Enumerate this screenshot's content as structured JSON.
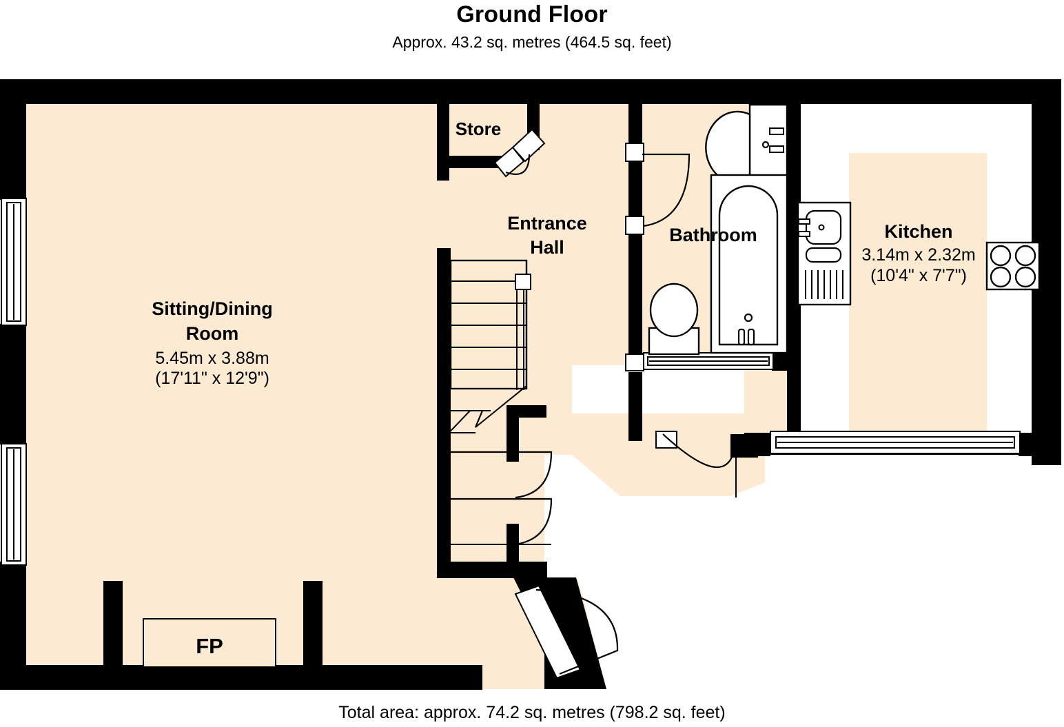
{
  "header": {
    "title": "Ground Floor",
    "subtitle": "Approx.  43.2 sq. metres (464.5 sq. feet)"
  },
  "footer": {
    "total_area": "Total area: approx.  74.2 sq. metres (798.2 sq. feet)"
  },
  "colors": {
    "floor_fill": "#FCEBD2",
    "wall": "#000000",
    "fixture_fill": "#FFFFFF",
    "background": "#FFFFFF"
  },
  "rooms": [
    {
      "id": "sitting-dining-room",
      "name_line1": "Sitting/Dining",
      "name_line2": "Room",
      "dim_metric": "5.45m x 3.88m",
      "dim_imperial": "(17'11\" x 12'9\")"
    },
    {
      "id": "entrance-hall",
      "name_line1": "Entrance",
      "name_line2": "Hall",
      "dim_metric": "",
      "dim_imperial": ""
    },
    {
      "id": "bathroom",
      "name_line1": "Bathroom",
      "name_line2": "",
      "dim_metric": "",
      "dim_imperial": ""
    },
    {
      "id": "kitchen",
      "name_line1": "Kitchen",
      "name_line2": "",
      "dim_metric": "3.14m x 2.32m",
      "dim_imperial": "(10'4\" x 7'7\")"
    },
    {
      "id": "store",
      "name_line1": "Store",
      "name_line2": "",
      "dim_metric": "",
      "dim_imperial": ""
    }
  ],
  "features": {
    "fireplace_label": "FP"
  },
  "fixtures": [
    {
      "name": "bath",
      "room": "bathroom"
    },
    {
      "name": "wc-toilet",
      "room": "bathroom"
    },
    {
      "name": "wash-basin",
      "room": "bathroom"
    },
    {
      "name": "kitchen-sink",
      "room": "kitchen"
    },
    {
      "name": "draining-board",
      "room": "kitchen"
    },
    {
      "name": "hob-cooker",
      "room": "kitchen"
    },
    {
      "name": "staircase",
      "room": "entrance-hall"
    },
    {
      "name": "fireplace",
      "room": "sitting-dining-room"
    }
  ],
  "openings": [
    {
      "name": "front-door",
      "type": "single-swing-door"
    },
    {
      "name": "sitting-room-double-door",
      "type": "double-swing-door"
    },
    {
      "name": "store-bifold-door",
      "type": "folding-door"
    },
    {
      "name": "bathroom-door",
      "type": "single-swing-door"
    },
    {
      "name": "kitchen-door",
      "type": "single-swing-door"
    },
    {
      "name": "sitting-room-window-upper",
      "type": "window"
    },
    {
      "name": "sitting-room-window-lower",
      "type": "window"
    },
    {
      "name": "bathroom-window",
      "type": "window"
    },
    {
      "name": "kitchen-window",
      "type": "window"
    }
  ]
}
